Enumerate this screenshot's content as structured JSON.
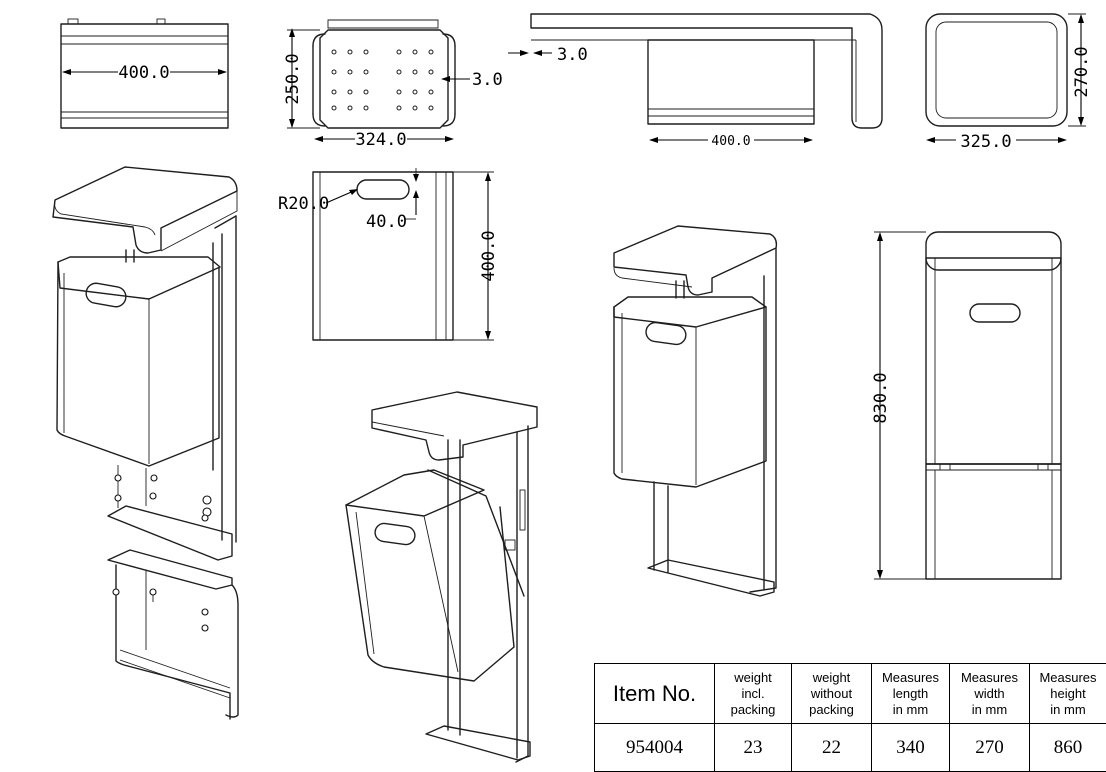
{
  "dimensions": {
    "lid_width": "400.0",
    "back_height": "250.0",
    "back_width": "324.0",
    "back_thickness": "3.0",
    "side_thickness": "3.0",
    "side_width": "400.0",
    "top_depth": "270.0",
    "top_width": "325.0",
    "slot_radius": "R20.0",
    "slot_offset": "40.0",
    "bin_height": "400.0",
    "total_height": "830.0"
  },
  "table": {
    "headers": {
      "item_no": "Item No.",
      "weight_incl": [
        "weight",
        "incl.",
        "packing"
      ],
      "weight_without": [
        "weight",
        "without",
        "packing"
      ],
      "length": [
        "Measures",
        "length",
        "in mm"
      ],
      "width": [
        "Measures",
        "width",
        "in mm"
      ],
      "height": [
        "Measures",
        "height",
        "in mm"
      ]
    },
    "values": {
      "item_no": "954004",
      "weight_incl": "23",
      "weight_without": "22",
      "length": "340",
      "width": "270",
      "height": "860"
    }
  }
}
